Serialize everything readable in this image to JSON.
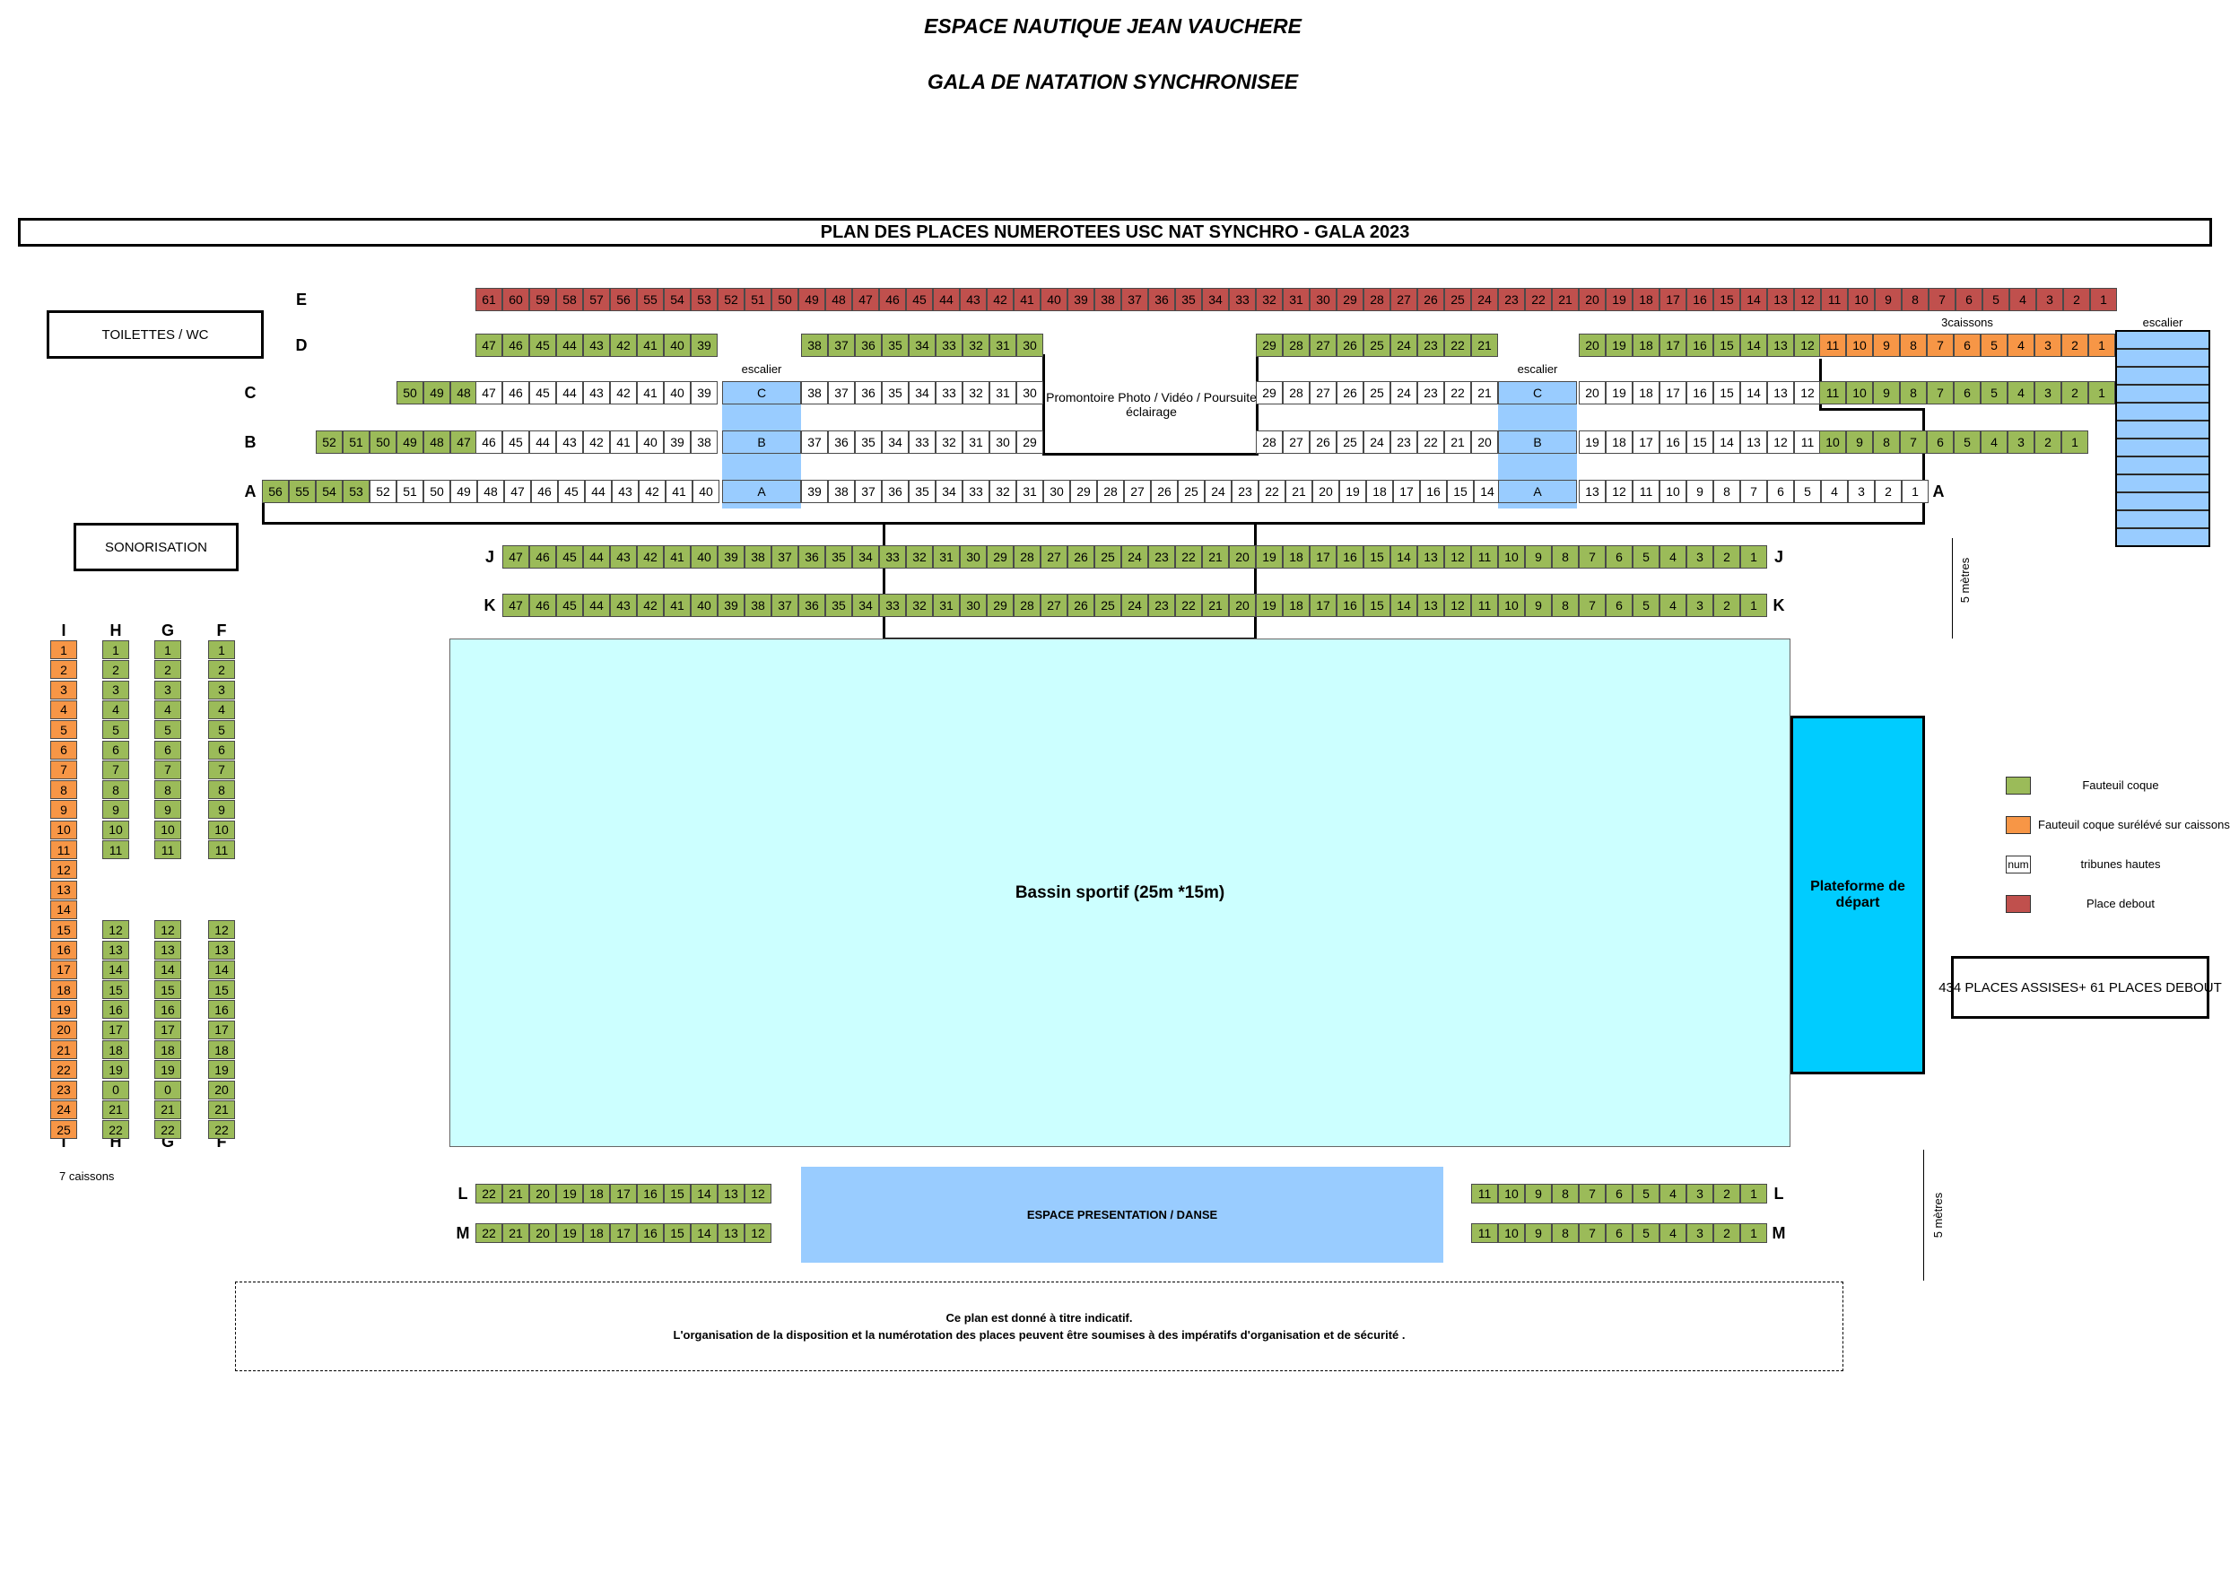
{
  "header": {
    "title": "ESPACE NAUTIQUE JEAN VAUCHERE",
    "subtitle": "GALA DE NATATION SYNCHRONISEE",
    "banner": "PLAN DES PLACES NUMEROTEES USC NAT SYNCHRO - GALA 2023"
  },
  "colors": {
    "green": "#9bbb59",
    "orange": "#f79646",
    "red": "#c0504d",
    "white": "#ffffff",
    "blue": "#99ccff",
    "pool": "#ccffff",
    "platform": "#00ccff"
  },
  "labels": {
    "toilettes": "TOILETTES / WC",
    "sonorisation": "SONORISATION",
    "escalier": "escalier",
    "promontoire": "Promontoire Photo / Vidéo / Poursuite éclairage",
    "caissons3": "3caissons",
    "caissons7": "7 caissons",
    "bassin": "Bassin sportif  (25m *15m)",
    "plateforme": "Plateforme de départ",
    "presentation": "ESPACE PRESENTATION / DANSE",
    "metres": "5 mètres",
    "total": "434 PLACES ASSISES+ 61 PLACES DEBOUT",
    "note_line1": "Ce plan est donné à titre indicatif.",
    "note_line2": "L'organisation de la disposition et la numérotation des places peuvent être soumises à des impératifs d'organisation et de sécurité ."
  },
  "legend": [
    {
      "color": "green",
      "text": "Fauteuil coque"
    },
    {
      "color": "orange",
      "text": "Fauteuil coque surélévé sur caissons"
    },
    {
      "color": "white",
      "text": "tribunes hautes",
      "swatch_text": "num"
    },
    {
      "color": "red",
      "text": "Place debout"
    }
  ],
  "aisle_labels": {
    "A": "A",
    "B": "B",
    "C": "C"
  },
  "rows": [
    {
      "label": "E",
      "segments": [
        {
          "from": 61,
          "to": 1,
          "color": "red"
        }
      ]
    },
    {
      "label": "D",
      "segments": [
        {
          "from": 47,
          "to": 39,
          "color": "green"
        },
        {
          "from": 38,
          "to": 30,
          "color": "green"
        },
        {
          "from": 29,
          "to": 21,
          "color": "green"
        },
        {
          "from": 20,
          "to": 12,
          "color": "green"
        },
        {
          "from": 11,
          "to": 1,
          "color": "orange"
        }
      ]
    },
    {
      "label": "C",
      "segments": [
        {
          "from": 50,
          "to": 48,
          "color": "green"
        },
        {
          "from": 47,
          "to": 39,
          "color": "white"
        },
        {
          "from": 38,
          "to": 30,
          "color": "white"
        },
        {
          "from": 29,
          "to": 21,
          "color": "white"
        },
        {
          "from": 20,
          "to": 12,
          "color": "white"
        },
        {
          "from": 11,
          "to": 1,
          "color": "green"
        }
      ]
    },
    {
      "label": "B",
      "segments": [
        {
          "from": 52,
          "to": 47,
          "color": "green"
        },
        {
          "from": 46,
          "to": 38,
          "color": "white"
        },
        {
          "from": 37,
          "to": 29,
          "color": "white"
        },
        {
          "from": 28,
          "to": 20,
          "color": "white"
        },
        {
          "from": 19,
          "to": 11,
          "color": "white"
        },
        {
          "from": 10,
          "to": 1,
          "color": "green"
        }
      ]
    },
    {
      "label": "A",
      "segments": [
        {
          "from": 56,
          "to": 53,
          "color": "green"
        },
        {
          "from": 52,
          "to": 40,
          "color": "white"
        },
        {
          "from": 39,
          "to": 14,
          "color": "white"
        },
        {
          "from": 13,
          "to": 1,
          "color": "white"
        }
      ]
    },
    {
      "label": "J",
      "segments": [
        {
          "from": 47,
          "to": 1,
          "color": "green"
        }
      ]
    },
    {
      "label": "K",
      "segments": [
        {
          "from": 47,
          "to": 1,
          "color": "green"
        }
      ]
    },
    {
      "label": "L",
      "segments": [
        {
          "from": 22,
          "to": 12,
          "color": "green"
        },
        {
          "from": 11,
          "to": 1,
          "color": "green"
        }
      ]
    },
    {
      "label": "M",
      "segments": [
        {
          "from": 22,
          "to": 12,
          "color": "green"
        },
        {
          "from": 11,
          "to": 1,
          "color": "green"
        }
      ]
    }
  ],
  "columns": [
    {
      "label": "I",
      "color": "orange",
      "seats": [
        1,
        2,
        3,
        4,
        5,
        6,
        7,
        8,
        9,
        10,
        11,
        12,
        13,
        14,
        15,
        16,
        17,
        18,
        19,
        20,
        21,
        22,
        23,
        24,
        25
      ]
    },
    {
      "label": "H",
      "color": "green",
      "seats": [
        1,
        2,
        3,
        4,
        5,
        6,
        7,
        8,
        9,
        10,
        11,
        12,
        13,
        14,
        15,
        16,
        17,
        18,
        19,
        0,
        21,
        22
      ]
    },
    {
      "label": "G",
      "color": "green",
      "seats": [
        1,
        2,
        3,
        4,
        5,
        6,
        7,
        8,
        9,
        10,
        11,
        12,
        13,
        14,
        15,
        16,
        17,
        18,
        19,
        0,
        21,
        22
      ]
    },
    {
      "label": "F",
      "color": "green",
      "seats": [
        1,
        2,
        3,
        4,
        5,
        6,
        7,
        8,
        9,
        10,
        11,
        12,
        13,
        14,
        15,
        16,
        17,
        18,
        19,
        20,
        21,
        22
      ]
    }
  ]
}
